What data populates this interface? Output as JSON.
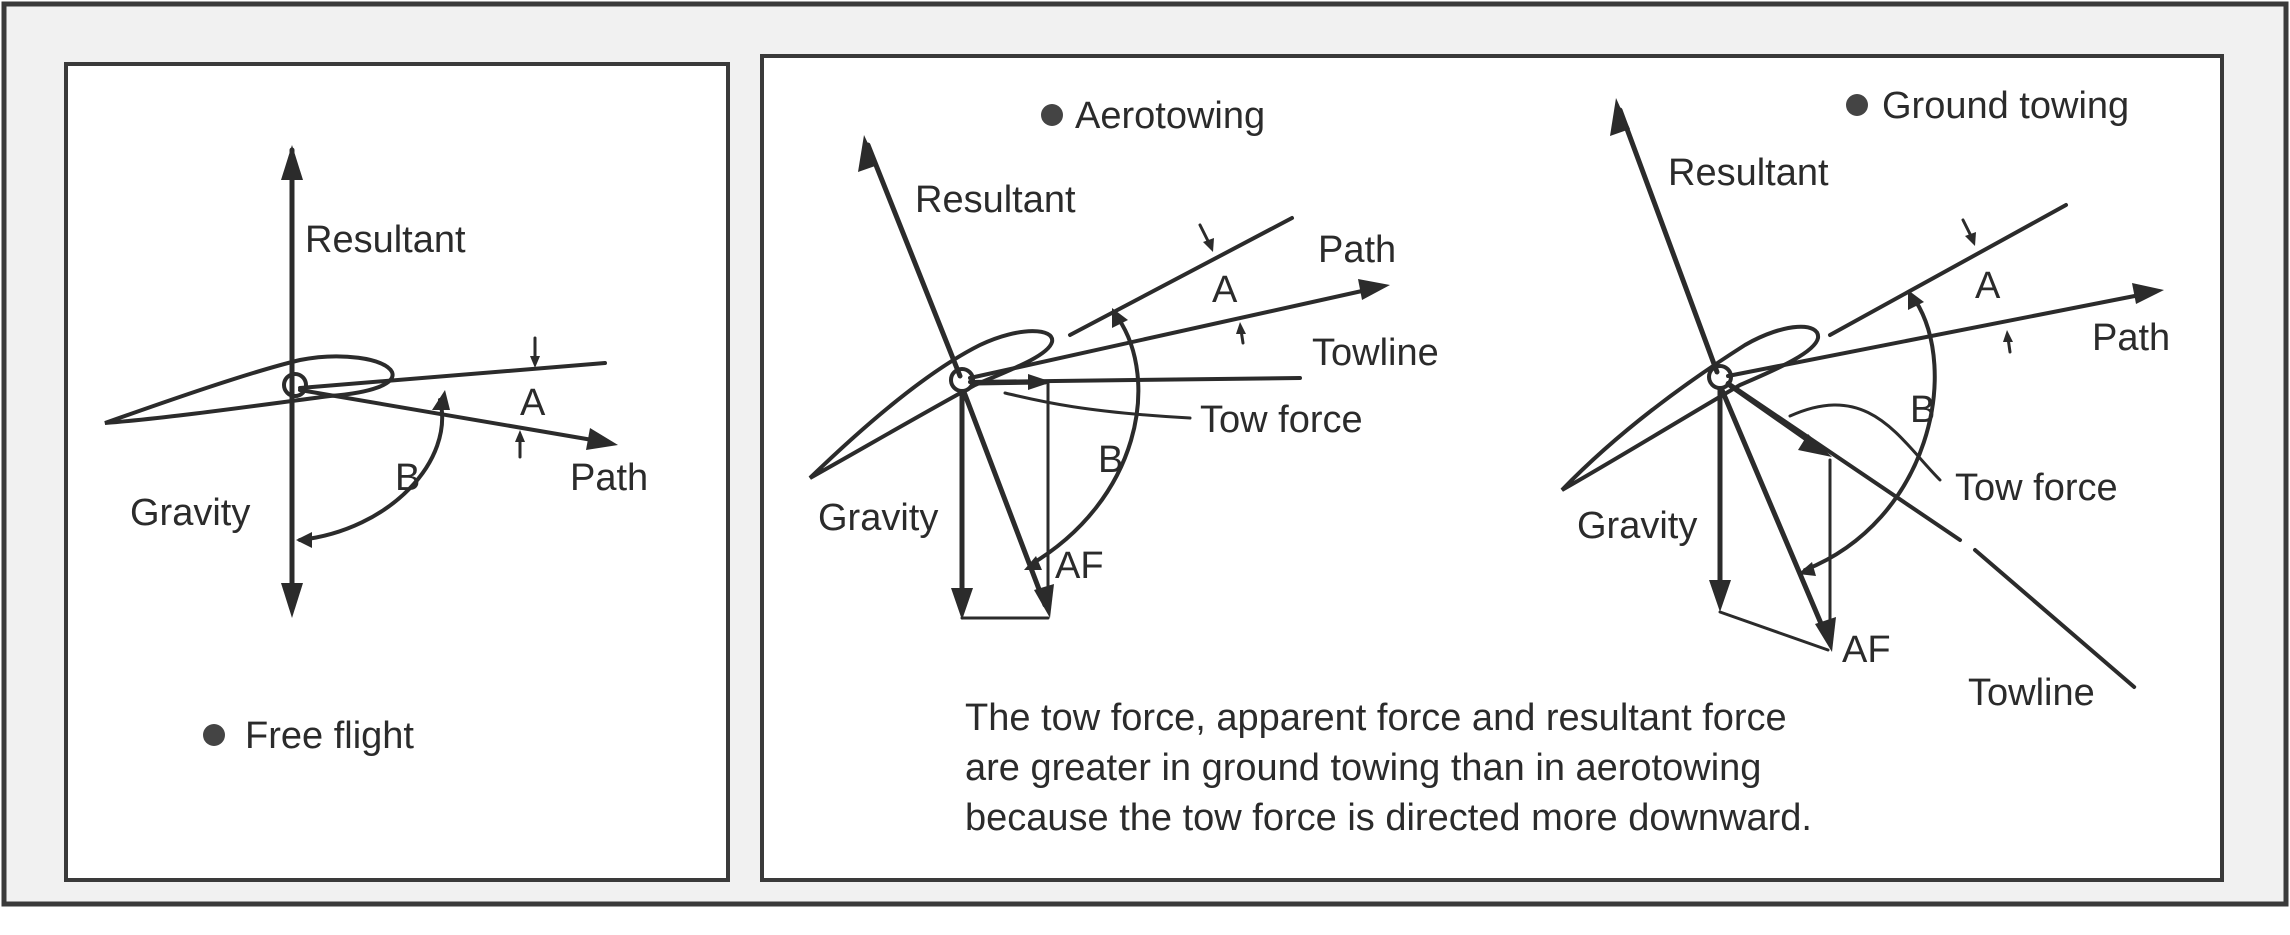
{
  "free_flight": {
    "title": "Free flight",
    "labels": {
      "resultant": "Resultant",
      "gravity": "Gravity",
      "path": "Path",
      "angle_a": "A",
      "angle_b": "B"
    }
  },
  "aerotowing": {
    "title": "Aerotowing",
    "labels": {
      "resultant": "Resultant",
      "gravity": "Gravity",
      "path": "Path",
      "towline": "Towline",
      "tow_force": "Tow force",
      "apparent_force": "AF",
      "angle_a": "A",
      "angle_b": "B"
    }
  },
  "ground_towing": {
    "title": "Ground towing",
    "labels": {
      "resultant": "Resultant",
      "gravity": "Gravity",
      "path": "Path",
      "towline": "Towline",
      "tow_force": "Tow force",
      "apparent_force": "AF",
      "angle_a": "A",
      "angle_b": "B"
    }
  },
  "caption": {
    "line1": "The tow force, apparent force and resultant force",
    "line2": "are greater in ground towing than in aerotowing",
    "line3": "because the tow force is directed more downward."
  }
}
